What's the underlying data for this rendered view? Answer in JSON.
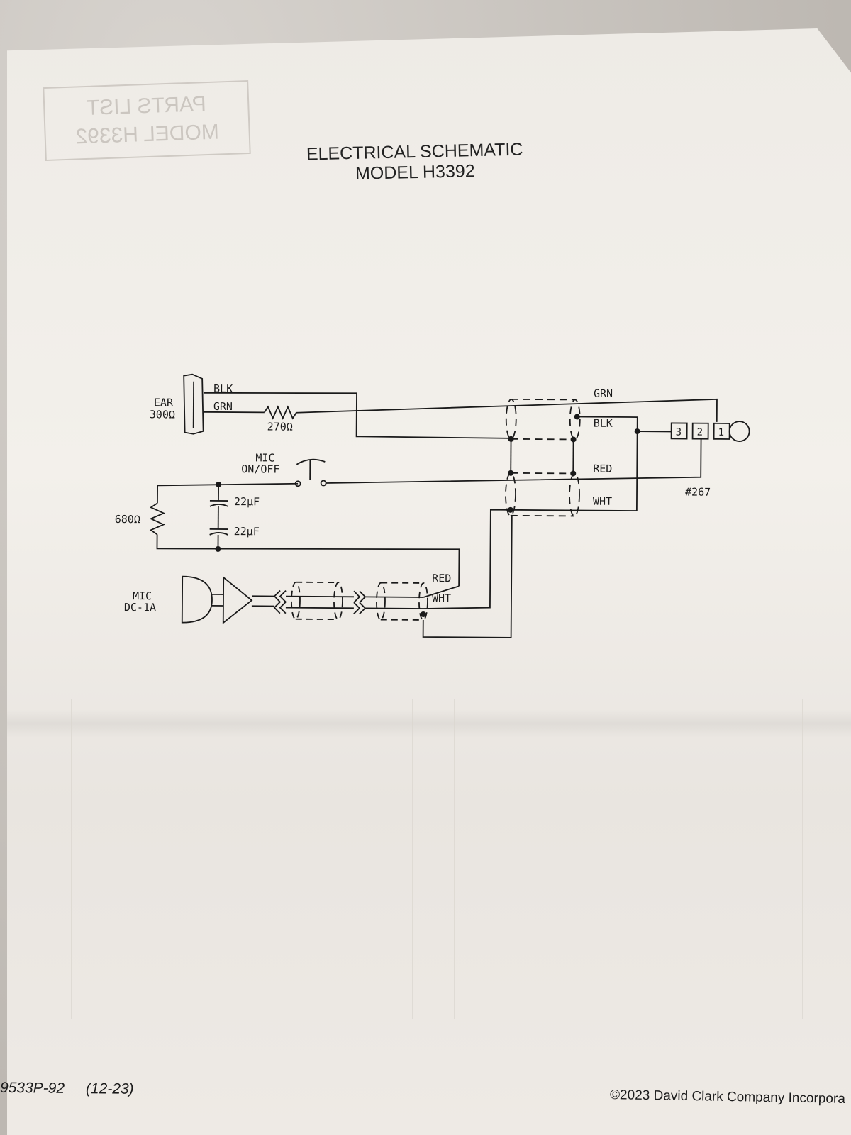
{
  "document": {
    "title_line1": "ELECTRICAL SCHEMATIC",
    "title_line2": "MODEL H3392",
    "footer_part_number": "9533P-92",
    "footer_date": "(12-23)",
    "footer_copyright": "©2023  David Clark Company Incorpora"
  },
  "ghost_text": {
    "stamp_line1": "PARTS LIST",
    "stamp_line2": "MODEL H3392"
  },
  "schematic": {
    "ear_label": "EAR",
    "ear_impedance": "300Ω",
    "ear_blk": "BLK",
    "ear_grn": "GRN",
    "resistor_270": "270Ω",
    "mic_switch_line1": "MIC",
    "mic_switch_line2": "ON/OFF",
    "cap1": "22μF",
    "cap2": "22μF",
    "resistor_680": "680Ω",
    "mic_label": "MIC",
    "mic_model": "DC-1A",
    "wire_grn": "GRN",
    "wire_blk": "BLK",
    "wire_red": "RED",
    "wire_wht": "WHT",
    "mic_red": "RED",
    "mic_wht": "WHT",
    "pin3": "3",
    "pin2": "2",
    "pin1": "1",
    "plug_number": "#267"
  }
}
